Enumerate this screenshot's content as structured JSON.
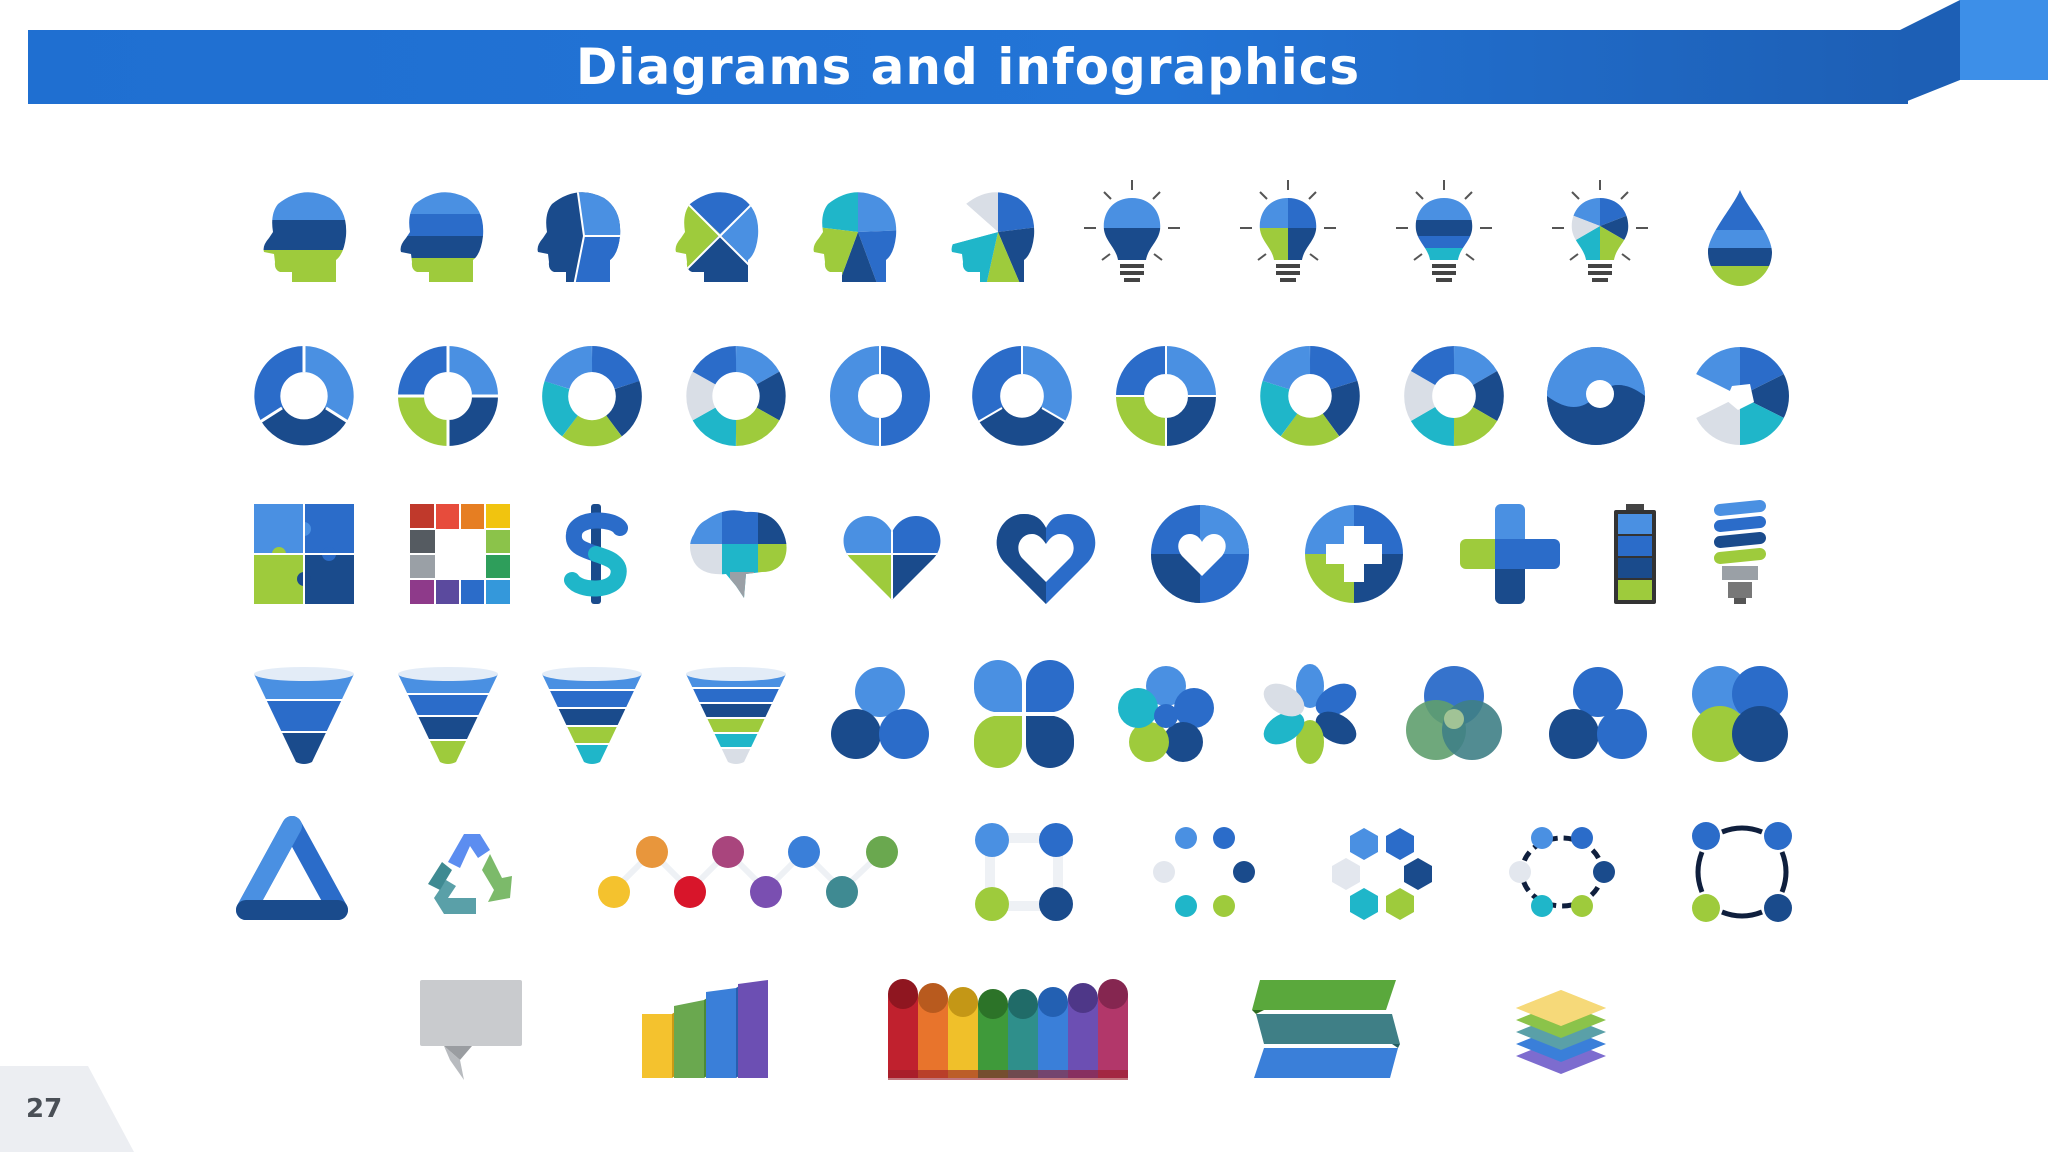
{
  "slide": {
    "title": "Diagrams and infographics",
    "page_number": "27"
  },
  "colors": {
    "title_bar": "#2374d6",
    "blue_light": "#4a90e2",
    "blue_mid": "#2b6cc9",
    "blue_dark": "#1a4b8c",
    "green": "#9ecb3c",
    "teal": "#1fb6c9",
    "grey": "#d9dee6"
  },
  "icon_rows": [
    [
      "head-layers-3",
      "head-layers-4",
      "head-puzzle-3",
      "head-puzzle-4",
      "head-puzzle-5",
      "head-puzzle-6",
      "bulb-layers-2",
      "bulb-quarters",
      "bulb-layers-3",
      "bulb-segments-6",
      "drop-layers"
    ],
    [
      "ring-3-arrows",
      "ring-4-arrows",
      "ring-5-arrows",
      "ring-6-arrows",
      "ring-puzzle-2",
      "ring-puzzle-3",
      "ring-puzzle-4",
      "ring-puzzle-5",
      "ring-puzzle-6",
      "swirl-2",
      "shutter-6"
    ],
    [
      "puzzle-square-4",
      "puzzle-frame-rainbow",
      "dollar-sign",
      "brain-puzzle",
      "heart-puzzle",
      "heart-ring",
      "heart-circle",
      "medical-cross-circle",
      "medical-cross-4",
      "battery-levels",
      "energy-saving-bulb"
    ],
    [
      "funnel-3",
      "funnel-4",
      "funnel-5",
      "funnel-6",
      "circles-3",
      "clover-4",
      "flower-5",
      "flower-6",
      "venn-3",
      "circles-3-cluster",
      "rings-4-overlap"
    ],
    [
      "triangle-loop",
      "recycle-symbol",
      "dots-timeline",
      "dots-square-4",
      "dots-circle-6",
      "hexagon-cluster",
      "dots-chain-6",
      "dots-cycle-4"
    ],
    [
      "speech-banner",
      "bar-steps-4",
      "cylinder-bars-8",
      "zigzag-ribbons",
      "layer-stack"
    ]
  ]
}
